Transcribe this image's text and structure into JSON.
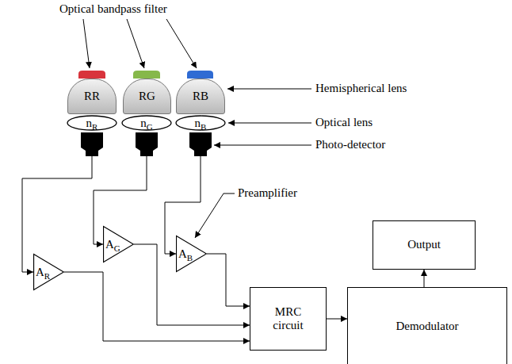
{
  "diagram": {
    "nodes": [
      {
        "text": [
          "RR"
        ]
      },
      {
        "text": [
          "RG"
        ]
      },
      {
        "text": [
          "RB"
        ]
      },
      {
        "text": [
          "n",
          "R"
        ]
      },
      {
        "text": [
          "n",
          "G"
        ]
      },
      {
        "text": [
          "n",
          "B"
        ]
      },
      {
        "text": [
          "A",
          "R"
        ]
      },
      {
        "text": [
          "A",
          "G"
        ]
      },
      {
        "text": [
          "A",
          "B"
        ]
      },
      {
        "text": [
          "Output"
        ]
      },
      {
        "text": [
          "MRC circuit"
        ]
      },
      {
        "text": [
          "Demodulator"
        ]
      }
    ],
    "edges": [
      {
        "from": 6,
        "to": 10,
        "arrow": "to"
      },
      {
        "from": 7,
        "to": 10,
        "arrow": "to"
      },
      {
        "from": 8,
        "to": 10,
        "arrow": "to"
      },
      {
        "from": 10,
        "to": 11,
        "arrow": "to"
      },
      {
        "from": 11,
        "to": 9,
        "arrow": "to"
      }
    ],
    "labels": [
      "Optical bandpass filter",
      "Hemispherical lens",
      "Optical lens",
      "Photo-detector",
      "Preamplifier"
    ]
  }
}
